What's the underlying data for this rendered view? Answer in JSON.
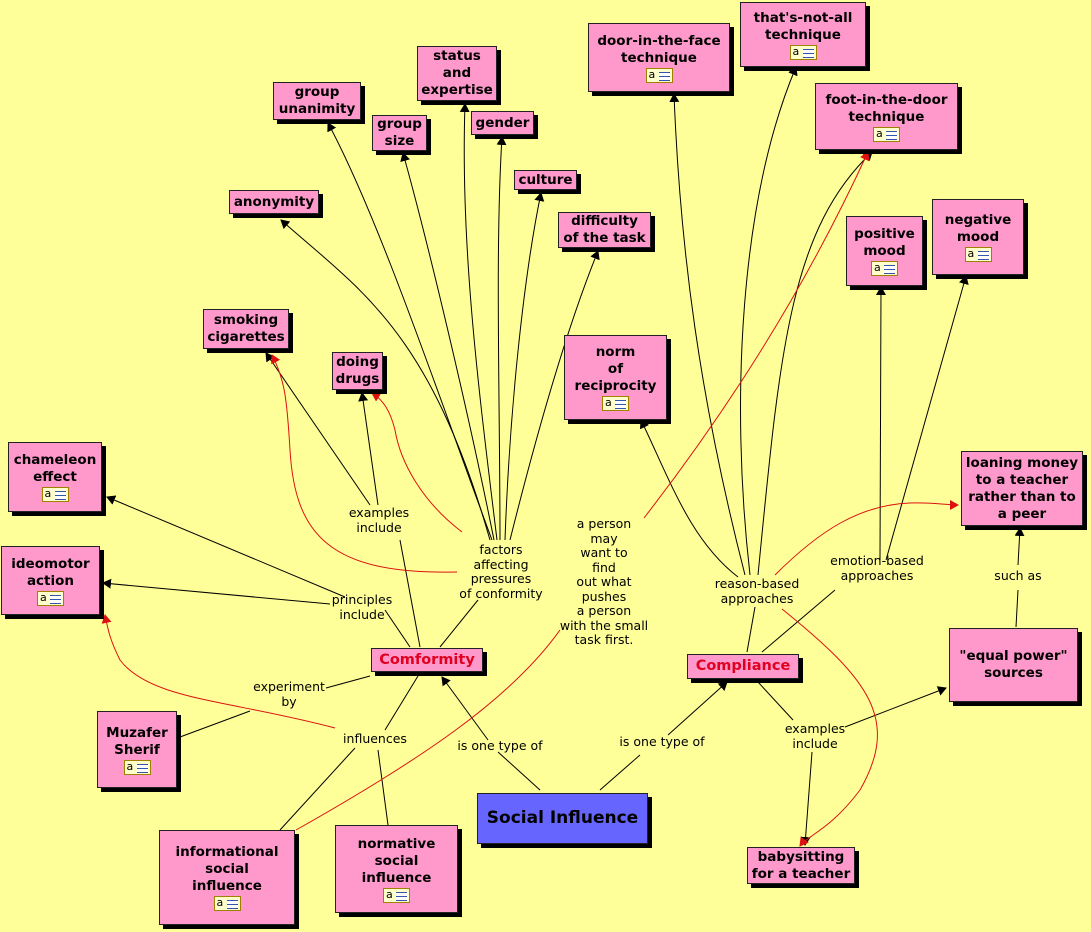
{
  "nodes": {
    "social_influence": "Social Influence",
    "conformity": "Comformity",
    "compliance": "Compliance",
    "anonymity": "anonymity",
    "group_unanimity": "group\nunanimity",
    "group_size": "group\nsize",
    "status_expertise": "status\nand\nexpertise",
    "gender": "gender",
    "culture": "culture",
    "difficulty": "difficulty\nof the task",
    "smoking": "smoking\ncigarettes",
    "doing_drugs": "doing\ndrugs",
    "chameleon": "chameleon\neffect",
    "ideomotor": "ideomotor\naction",
    "muzafer": "Muzafer\nSherif",
    "informational": "informational\nsocial\ninfluence",
    "normative": "normative\nsocial\ninfluence",
    "door_in_face": "door-in-the-face\ntechnique",
    "thats_not_all": "that's-not-all\ntechnique",
    "foot_in_door": "foot-in-the-door\ntechnique",
    "positive_mood": "positive\nmood",
    "negative_mood": "negative\nmood",
    "norm_reciprocity": "norm\nof\nreciprocity",
    "loaning_money": "loaning money\nto a teacher\nrather than to\na peer",
    "equal_power": "\"equal power\"\nsources",
    "babysitting": "babysitting\nfor a teacher"
  },
  "labels": {
    "factors": "factors\naffecting\npressures\nof conformity",
    "examples_include_1": "examples\ninclude",
    "principles_include": "principles\ninclude",
    "experiment_by": "experiment\nby",
    "influences": "influences",
    "is_one_type_of_1": "is one type of",
    "is_one_type_of_2": "is one type of",
    "a_person": "a person\nmay\nwant to\nfind\nout what\npushes\na person\nwith the small\ntask first.",
    "reason_based": "reason-based\napproaches",
    "emotion_based": "emotion-based\napproaches",
    "such_as": "such as",
    "examples_include_2": "examples\ninclude"
  },
  "colors": {
    "background": "#ffff99",
    "node": "#ff99cc",
    "root": "#6666ff",
    "highlight_text": "#e00020",
    "line": "#000000",
    "cross_link": "#dd1111"
  }
}
